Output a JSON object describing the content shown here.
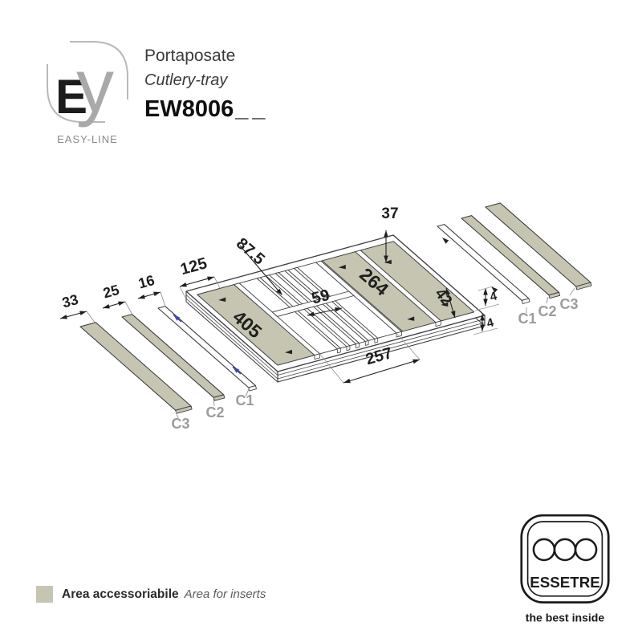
{
  "header": {
    "logo": {
      "letter_e": "E",
      "letter_y": "y",
      "brand": "EASY-LINE"
    },
    "product_name_it": "Portaposate",
    "product_name_en": "Cutlery-tray",
    "model_code": "EW8006",
    "model_suffix": "__"
  },
  "diagram": {
    "labels": {
      "d125": "125",
      "d875": "87.5",
      "d37": "37",
      "d264": "264",
      "d59": "59",
      "d405": "405",
      "d42": "42",
      "d257": "257",
      "d16": "16",
      "d25": "25",
      "d33": "33",
      "d4a": "4",
      "d4b": "4",
      "c1_left": "C1",
      "c2_left": "C2",
      "c3_left": "C3",
      "c1_right": "C1",
      "c2_right": "C2",
      "c3_right": "C3"
    },
    "colors": {
      "accessory_area": "#c6c5b2",
      "line": "#3e3e3e",
      "dim_text": "#1f1f1f",
      "insert_label": "#9c9c9c",
      "insert_arrow": "#4343ae"
    }
  },
  "legend": {
    "swatch_color": "#c6c5b2",
    "label_it": "Area accessoriabile",
    "label_en": "Area for inserts"
  },
  "footer_logo": {
    "name": "ESSETRE",
    "tagline": "the best inside"
  }
}
